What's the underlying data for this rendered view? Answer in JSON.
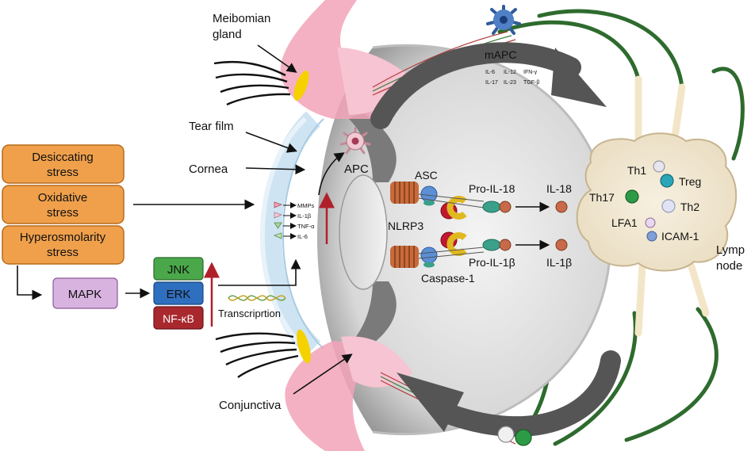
{
  "labels": {
    "meibomian_line1": "Meibomian",
    "meibomian_line2": "gland",
    "tear_film": "Tear film",
    "cornea": "Cornea",
    "apc": "APC",
    "mapc": "mAPC",
    "conjunctiva": "Conjunctiva",
    "transcription": "Transcriprtion",
    "lymph_line1": "Lymp",
    "lymph_line2": "node"
  },
  "stresses": [
    {
      "line1": "Desiccating",
      "line2": "stress"
    },
    {
      "line1": "Oxidative",
      "line2": "stress"
    },
    {
      "line1": "Hyperosmolarity",
      "line2": "stress"
    }
  ],
  "mapk": "MAPK",
  "kinases": [
    {
      "label": "JNK",
      "color": "#4aa84a"
    },
    {
      "label": "ERK",
      "color": "#2f6fbf"
    },
    {
      "label": "NF-κB",
      "color": "#a8282d"
    }
  ],
  "mediators": [
    "MMPs",
    "IL-1β",
    "TNF-α",
    "IL-6"
  ],
  "mapc_cytokines": [
    "IL-6",
    "IL-12",
    "IFN-γ",
    "IL-17",
    "IL-23",
    "TGF-β"
  ],
  "inflammasome": {
    "asc": "ASC",
    "nlrp3": "NLRP3",
    "caspase": "Caspase-1",
    "pro_il18": "Pro-IL-18",
    "il18": "IL-18",
    "pro_il1b": "Pro-IL-1β",
    "il1b": "IL-1β"
  },
  "lymph_node_cells": [
    "Th1",
    "Treg",
    "Th17",
    "Th2",
    "LFA1",
    "ICAM-1"
  ],
  "colors": {
    "stress_fill": "#f0a04b",
    "stress_stroke": "#b86a1a",
    "mapk_fill": "#d9b3e0",
    "lid_pink": "#f2a3b8",
    "dark_arrow": "#555555",
    "vessel_green": "#2e6b2e"
  }
}
